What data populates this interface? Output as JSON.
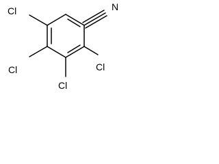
{
  "molecule": {
    "labels": {
      "nitrogen": "N",
      "cl_top_left": "Cl",
      "cl_mid_left": "Cl",
      "cl_bottom": "Cl",
      "cl_right": "Cl"
    }
  }
}
